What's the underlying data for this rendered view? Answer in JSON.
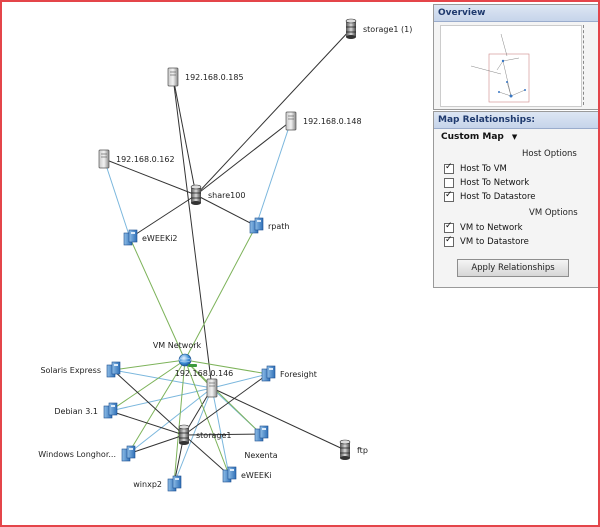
{
  "overview": {
    "title": "Overview"
  },
  "relationships": {
    "title": "Map Relationships:",
    "custom_map": "Custom Map",
    "host_options_label": "Host Options",
    "host_options": [
      {
        "label": "Host To VM",
        "checked": true
      },
      {
        "label": "Host To Network",
        "checked": false
      },
      {
        "label": "Host To Datastore",
        "checked": true
      }
    ],
    "vm_options_label": "VM Options",
    "vm_options": [
      {
        "label": "VM to Network",
        "checked": true
      },
      {
        "label": "VM to Datastore",
        "checked": true
      }
    ],
    "apply_label": "Apply Relationships"
  },
  "colors": {
    "border": "#e4454a",
    "host_link": "#7bb7dd",
    "network_link": "#7db35a",
    "datastore_link": "#333333"
  },
  "nodes": {
    "storage1_1": {
      "label": "storage1 (1)",
      "icon": "datastore-icon"
    },
    "host_185": {
      "label": "192.168.0.185",
      "icon": "host-icon"
    },
    "host_148": {
      "label": "192.168.0.148",
      "icon": "host-icon"
    },
    "host_162": {
      "label": "192.168.0.162",
      "icon": "host-icon"
    },
    "share100": {
      "label": "share100",
      "icon": "datastore-icon"
    },
    "eweeki2": {
      "label": "eWEEKi2",
      "icon": "vm-icon"
    },
    "rpath": {
      "label": "rpath",
      "icon": "vm-icon"
    },
    "vm_network": {
      "label": "VM Network",
      "icon": "network-icon"
    },
    "solaris": {
      "label": "Solaris Express",
      "icon": "vm-icon"
    },
    "foresight": {
      "label": "Foresight",
      "icon": "vm-icon"
    },
    "host_146": {
      "label": "192.168.0.146",
      "icon": "host-icon"
    },
    "debian": {
      "label": "Debian 3.1",
      "icon": "vm-icon"
    },
    "storage1": {
      "label": "storage1",
      "icon": "datastore-icon"
    },
    "nexenta": {
      "label": "Nexenta",
      "icon": "vm-icon"
    },
    "ftp": {
      "label": "ftp",
      "icon": "datastore-icon"
    },
    "longhorn": {
      "label": "Windows Longhor...",
      "icon": "vm-icon"
    },
    "winxp2": {
      "label": "winxp2",
      "icon": "vm-icon"
    },
    "eweeki": {
      "label": "eWEEKi",
      "icon": "vm-icon"
    }
  }
}
